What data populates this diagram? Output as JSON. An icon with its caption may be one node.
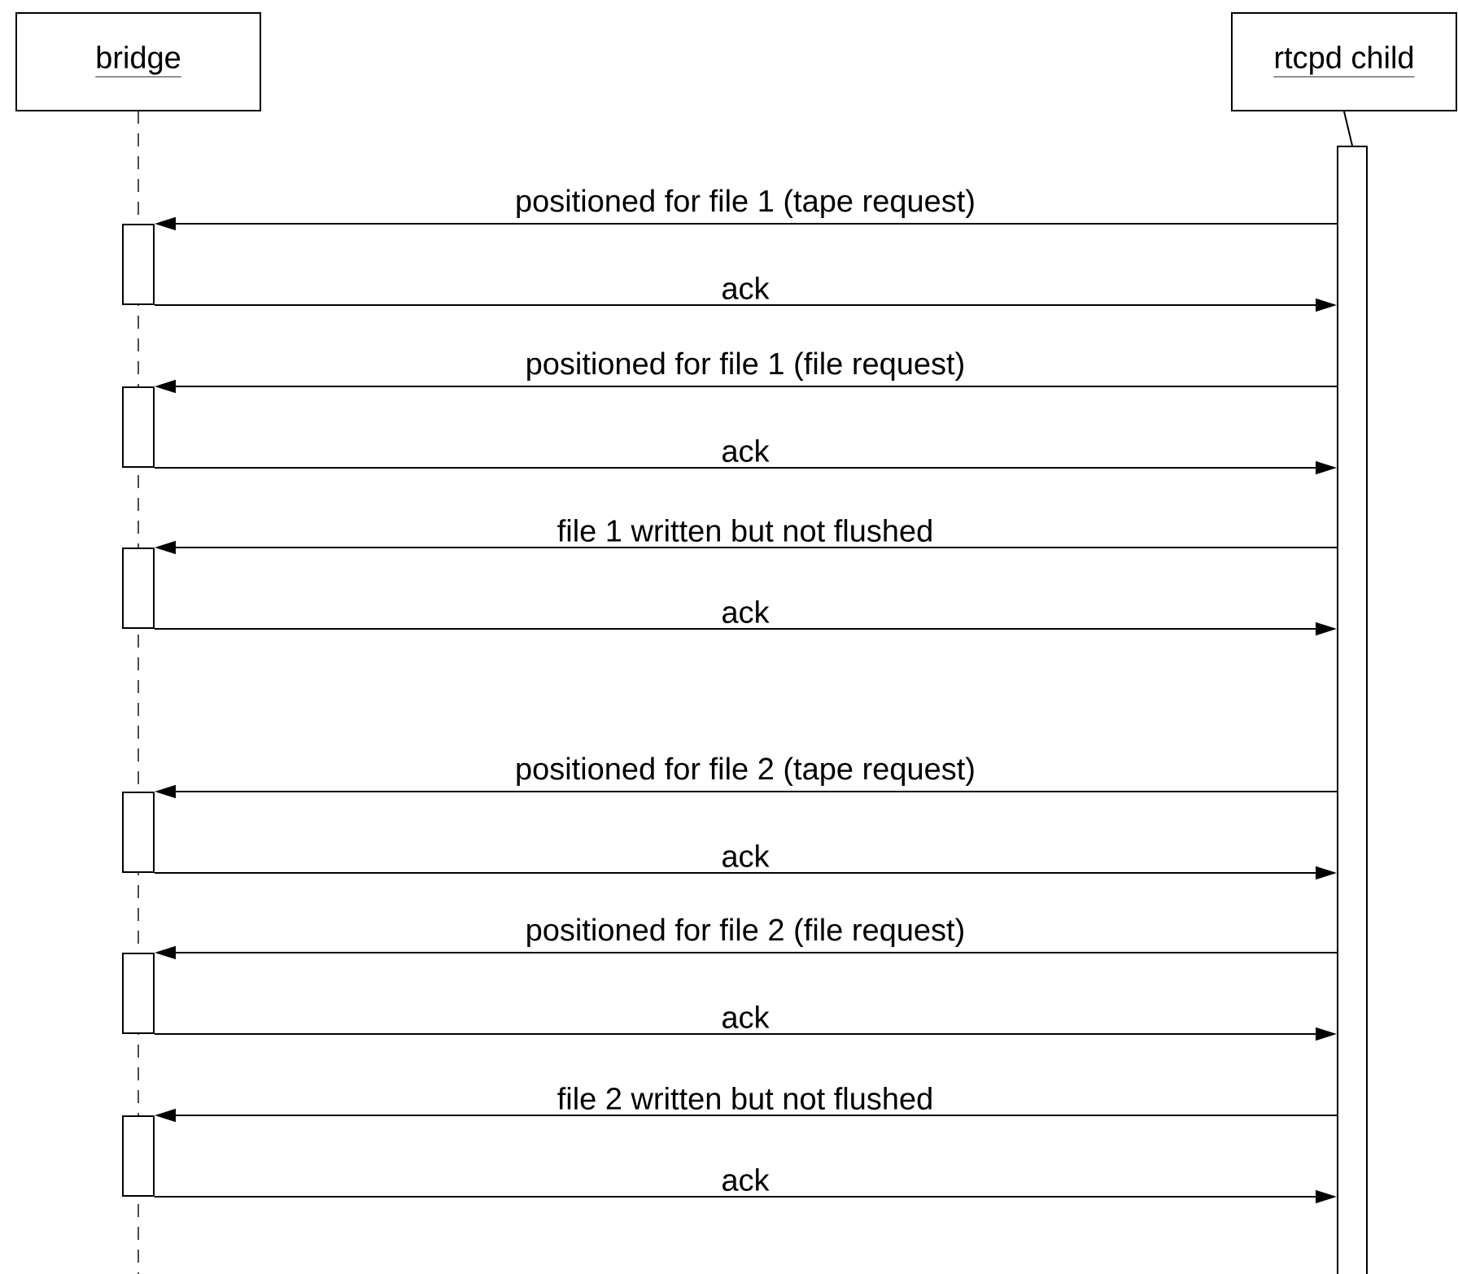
{
  "diagram": {
    "nodes": [
      {
        "text": [
          "bridge"
        ]
      },
      {
        "text": [
          "rtcpd child"
        ]
      },
      {
        "text": [],
        "shape": "bar"
      },
      {
        "text": [],
        "shape": "box"
      },
      {
        "text": [],
        "shape": "box"
      },
      {
        "text": [],
        "shape": "box"
      },
      {
        "text": [],
        "shape": "box"
      },
      {
        "text": [],
        "shape": "box"
      },
      {
        "text": [],
        "shape": "box"
      }
    ],
    "edges": [
      {
        "from": 2,
        "to": 3,
        "arrow": "to",
        "label": "positioned for file 1 (tape request)"
      },
      {
        "from": 3,
        "to": 2,
        "arrow": "to",
        "label": "ack"
      },
      {
        "from": 2,
        "to": 4,
        "arrow": "to",
        "label": "positioned for file 1 (file request)"
      },
      {
        "from": 4,
        "to": 2,
        "arrow": "to",
        "label": "ack"
      },
      {
        "from": 2,
        "to": 5,
        "arrow": "to",
        "label": "file 1 written but not flushed"
      },
      {
        "from": 5,
        "to": 2,
        "arrow": "to",
        "label": "ack"
      },
      {
        "from": 2,
        "to": 6,
        "arrow": "to",
        "label": "positioned for file 2 (tape request)"
      },
      {
        "from": 6,
        "to": 2,
        "arrow": "to",
        "label": "ack"
      },
      {
        "from": 2,
        "to": 7,
        "arrow": "to",
        "label": "positioned for file 2 (file request)"
      },
      {
        "from": 7,
        "to": 2,
        "arrow": "to",
        "label": "ack"
      },
      {
        "from": 2,
        "to": 8,
        "arrow": "to",
        "label": "file 2 written but not flushed"
      },
      {
        "from": 8,
        "to": 2,
        "arrow": "to",
        "label": "ack"
      },
      {
        "from": 1,
        "to": 2,
        "arrow": "none"
      }
    ]
  }
}
